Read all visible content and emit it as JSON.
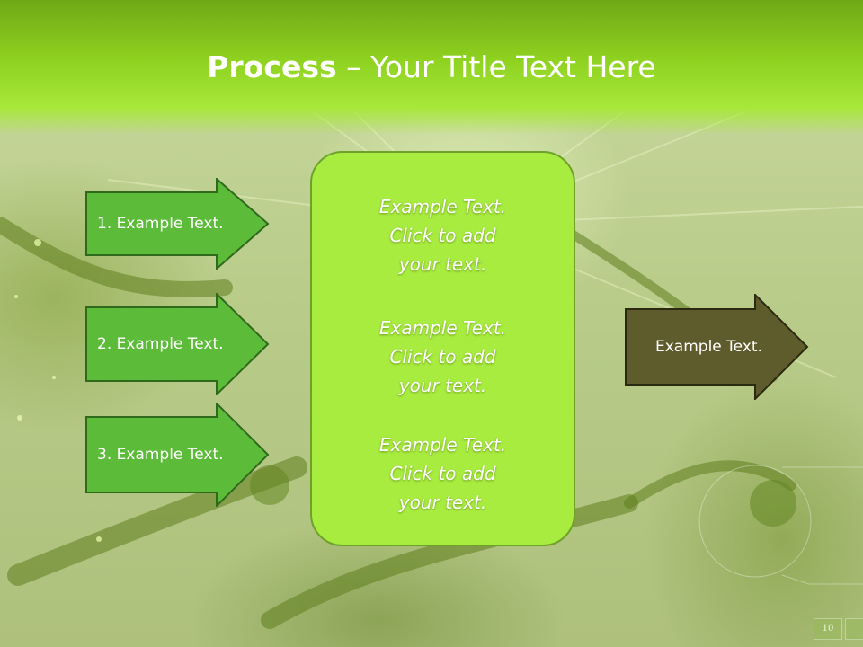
{
  "slide": {
    "title_bold": "Process",
    "title_rest": " – Your Title Text Here"
  },
  "left_arrows": [
    {
      "label": "1. Example Text."
    },
    {
      "label": "2. Example Text."
    },
    {
      "label": "3. Example Text."
    }
  ],
  "center_box": {
    "blocks": [
      {
        "lines": [
          "Example Text.",
          "Click  to add",
          "your text."
        ]
      },
      {
        "lines": [
          "Example Text.",
          "Click  to add",
          "your text."
        ]
      },
      {
        "lines": [
          "Example Text.",
          "Click  to add",
          "your text."
        ]
      }
    ]
  },
  "right_arrow": {
    "label": "Example Text."
  },
  "footer": {
    "slide_number": "10"
  },
  "colors": {
    "header_green": "#8fd220",
    "left_arrow_fill": "#5dbb3a",
    "left_arrow_border": "#2f6a1c",
    "center_box_fill": "#a8ec3f",
    "right_arrow_fill": "#5e5b2c"
  }
}
